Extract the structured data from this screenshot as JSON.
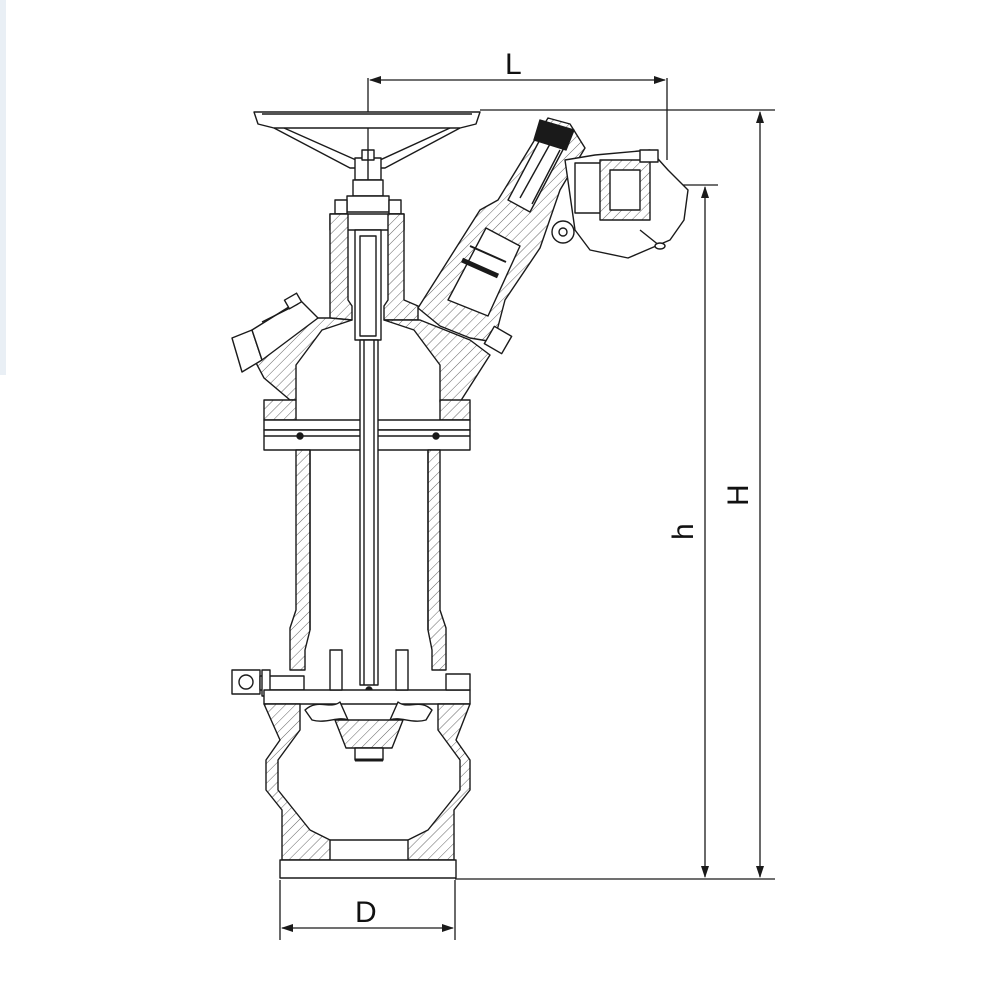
{
  "diagram": {
    "labels": {
      "L": "L",
      "H": "H",
      "h": "h",
      "D": "D"
    },
    "colors": {
      "line": "#1a1a1a",
      "hatch": "#3a3a3a",
      "background": "#ffffff"
    }
  }
}
